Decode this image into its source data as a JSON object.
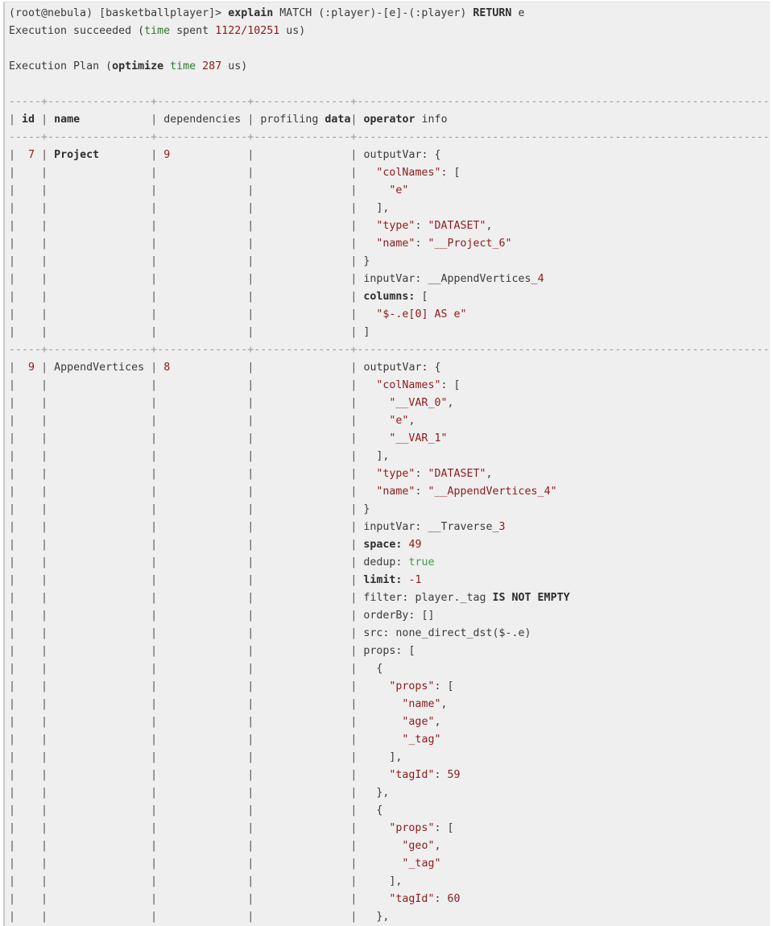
{
  "terminal": {
    "prompt": "(root@nebula) [basketballplayer]> ",
    "command_keyword": "explain",
    "command_rest": " MATCH (:player)-[e]-(:player) ",
    "command_return": "RETURN",
    "command_tail": " e",
    "status_prefix": "Execution succeeded (",
    "status_fn": "time",
    "status_mid": " spent ",
    "status_num": "1122/10251",
    "status_suffix": " us)",
    "plan_prefix": "Execution Plan (",
    "plan_kw": "optimize",
    "plan_fn": " time",
    "plan_num": " 287",
    "plan_suffix": " us)"
  },
  "table": {
    "rule": "-----+----------------+--------------+---------------+-------------------------------------------------------------------------",
    "headers": [
      "id",
      "name",
      "dependencies",
      "profiling data",
      "operator info"
    ],
    "header_bold_tokens": [
      "id",
      "name",
      "data",
      "operator"
    ],
    "columns": {
      "id_width": 4,
      "name_width": 16,
      "dependencies_width": 14,
      "profiling_width": 15,
      "operator_width": 73
    },
    "rows": [
      {
        "id": "7",
        "name": "Project",
        "name_bold": true,
        "dependencies": "9",
        "profiling_data": "",
        "operator_info": [
          "outputVar: {",
          "  \"colNames\": [",
          "    \"e\"",
          "  ],",
          "  \"type\": \"DATASET\",",
          "  \"name\": \"__Project_6\"",
          "}",
          "inputVar: __AppendVertices_4",
          "columns: [",
          "  \"$-.e[0] AS e\"",
          "]"
        ]
      },
      {
        "id": "9",
        "name": "AppendVertices",
        "name_bold": false,
        "dependencies": "8",
        "profiling_data": "",
        "operator_info": [
          "outputVar: {",
          "  \"colNames\": [",
          "    \"__VAR_0\",",
          "    \"e\",",
          "    \"__VAR_1\"",
          "  ],",
          "  \"type\": \"DATASET\",",
          "  \"name\": \"__AppendVertices_4\"",
          "}",
          "inputVar: __Traverse_3",
          "space: 49",
          "dedup: true",
          "limit: -1",
          "filter: player._tag IS NOT EMPTY",
          "orderBy: []",
          "src: none_direct_dst($-.e)",
          "props: [",
          "  {",
          "    \"props\": [",
          "      \"name\",",
          "      \"age\",",
          "      \"_tag\"",
          "    ],",
          "    \"tagId\": 59",
          "  },",
          "  {",
          "    \"props\": [",
          "      \"geo\",",
          "      \"_tag\"",
          "    ],",
          "    \"tagId\": 60",
          "  },"
        ]
      }
    ]
  },
  "colors": {
    "background": "#efefef",
    "text": "#3b3b3b",
    "keyword": "#2d2d2d",
    "number": "#8d1b1b",
    "string": "#8d1b1b",
    "function": "#2f7a2f",
    "boolean": "#3f9b4f",
    "rule": "#9a9a9a",
    "pipe": "#555555"
  }
}
